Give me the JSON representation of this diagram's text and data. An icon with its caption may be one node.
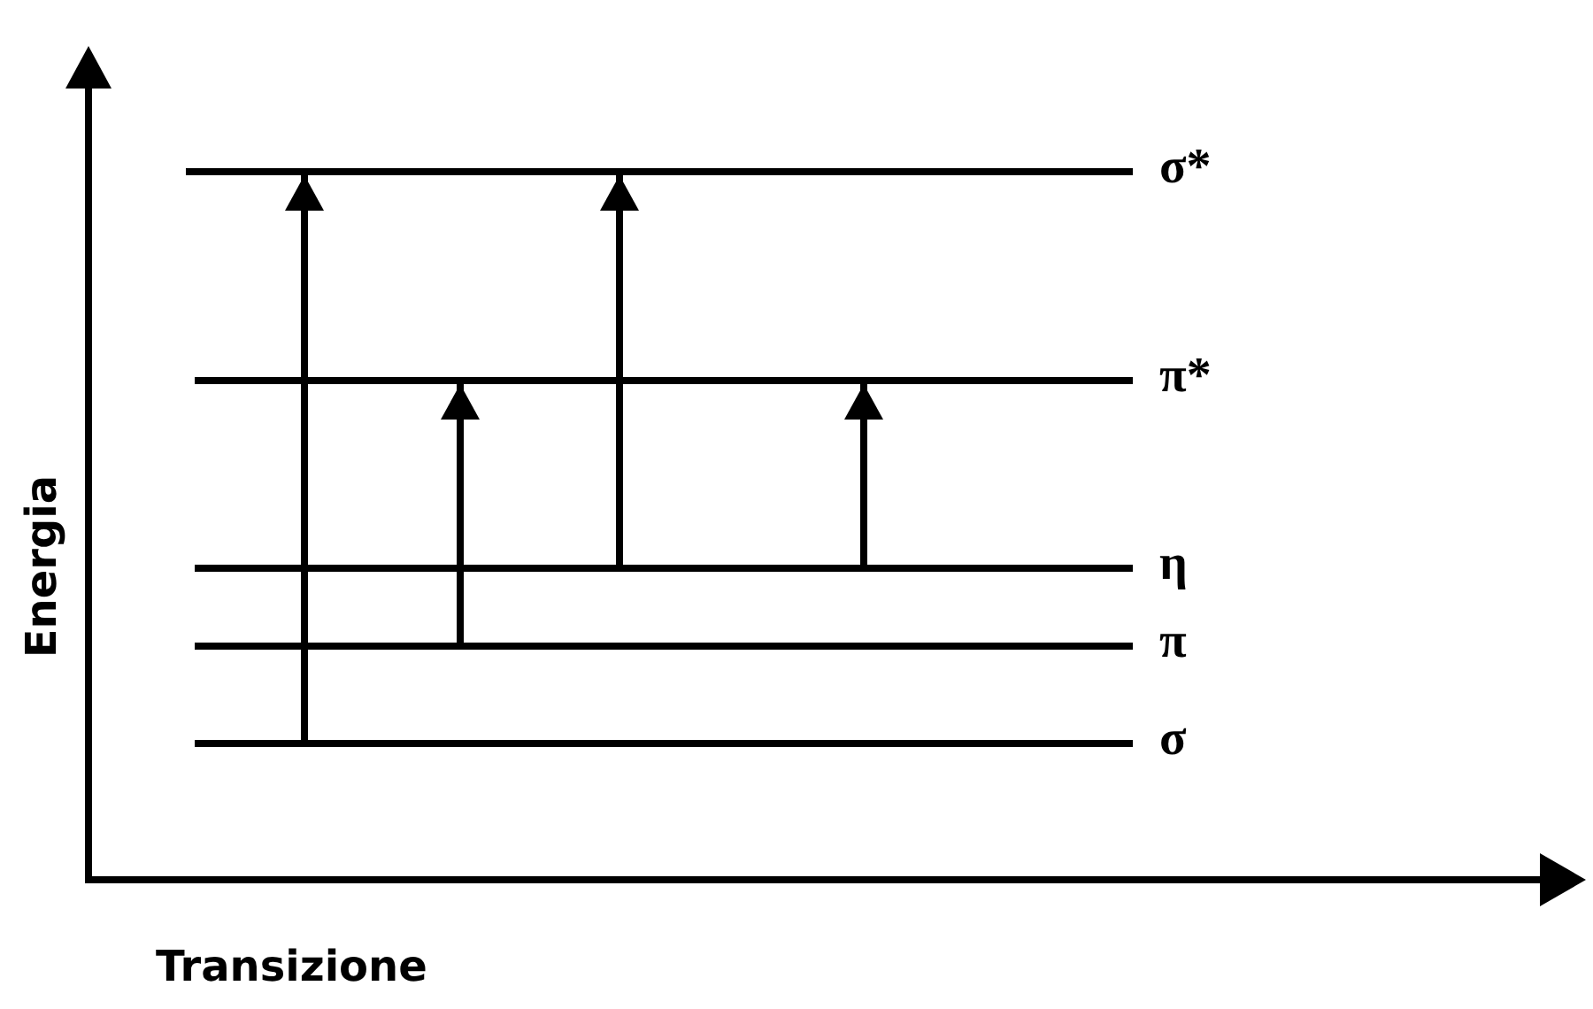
{
  "diagram": {
    "nodes": [
      {
        "text": [],
        "shape": "bar",
        "beside": [
          "σ*"
        ]
      },
      {
        "text": [],
        "shape": "bar",
        "beside": [
          "π*"
        ]
      },
      {
        "text": [],
        "shape": "bar",
        "beside": [
          "η"
        ]
      },
      {
        "text": [],
        "shape": "bar",
        "beside": [
          "π"
        ]
      },
      {
        "text": [],
        "shape": "bar",
        "beside": [
          "σ"
        ]
      }
    ],
    "edges": [
      {
        "from": 4,
        "to": 0,
        "arrow": "to"
      },
      {
        "from": 3,
        "to": 1,
        "arrow": "to"
      },
      {
        "from": 2,
        "to": 0,
        "arrow": "to"
      },
      {
        "from": 2,
        "to": 1,
        "arrow": "to"
      }
    ],
    "labels": [
      "Energia",
      "Transizione"
    ]
  }
}
